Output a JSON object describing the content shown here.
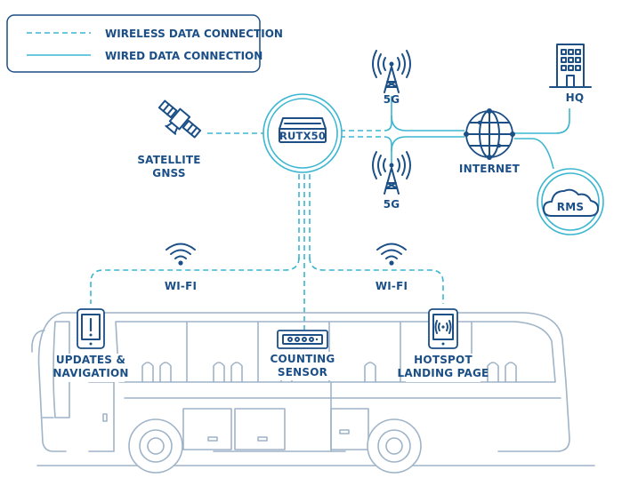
{
  "legend": {
    "wireless": "WIRELESS DATA CONNECTION",
    "wired": "WIRED DATA CONNECTION"
  },
  "nodes": {
    "satellite": [
      "SATELLITE",
      "GNSS"
    ],
    "router": "RUTX50",
    "tower_top": "5G",
    "tower_bottom": "5G",
    "internet": "INTERNET",
    "hq": "HQ",
    "rms": "RMS",
    "wifi_left": "WI-FI",
    "wifi_right": "WI-FI",
    "updates": [
      "UPDATES &",
      "NAVIGATION"
    ],
    "counting": [
      "COUNTING",
      "SENSOR"
    ],
    "hotspot": [
      "HOTSPOT",
      "LANDING PAGE"
    ]
  },
  "colors": {
    "navy": "#1b4f86",
    "cyan": "#3bb6d0",
    "bus_outline": "#9fb4c8"
  },
  "icons": [
    "satellite-icon",
    "router-icon",
    "cell-tower-icon",
    "globe-icon",
    "building-icon",
    "cloud-icon",
    "wifi-icon",
    "tablet-alert-icon",
    "counting-sensor-icon",
    "tablet-hotspot-icon",
    "bus-illustration"
  ]
}
